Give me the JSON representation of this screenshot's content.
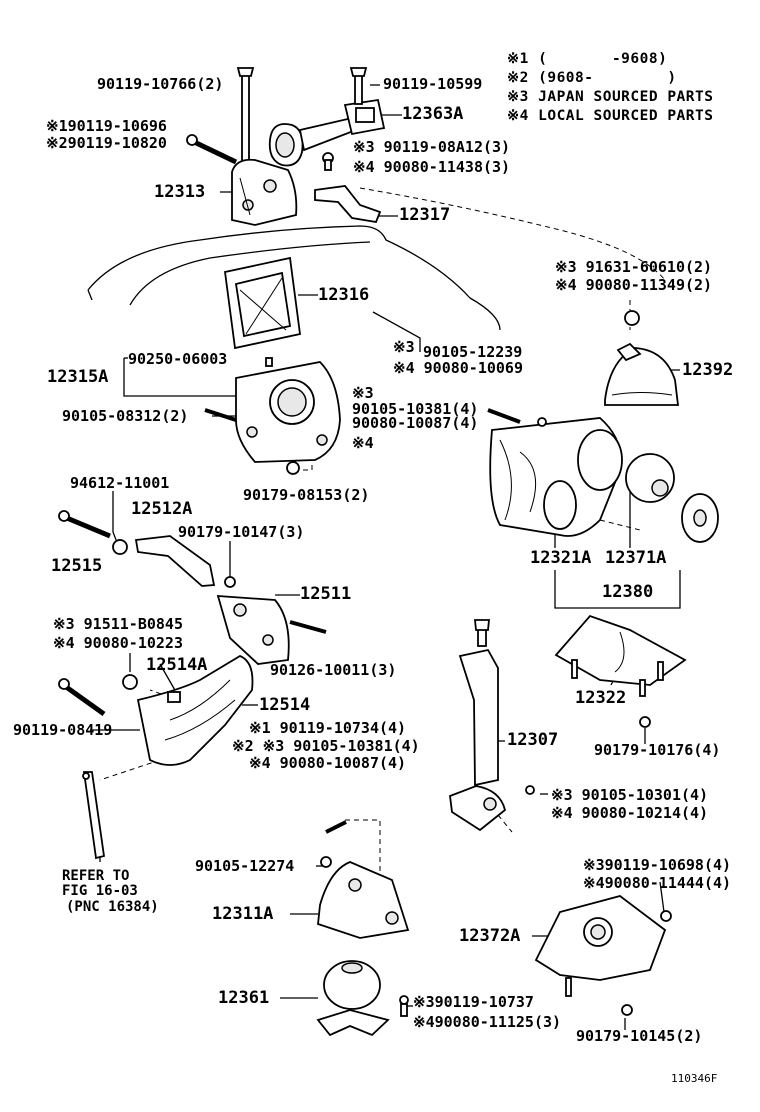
{
  "legend": [
    "※1 (       -9608)",
    "※2 (9608-        )",
    "※3 JAPAN SOURCED PARTS",
    "※4 LOCAL SOURCED PARTS"
  ],
  "labels": [
    {
      "id": "t1",
      "text": "90119-10766(2)"
    },
    {
      "id": "t2",
      "text": "90119-10599"
    },
    {
      "id": "t3",
      "text": "12363A"
    },
    {
      "id": "t4",
      "text": "※190119-10696"
    },
    {
      "id": "t5",
      "text": "※290119-10820"
    },
    {
      "id": "t6",
      "text": "※3 90119-08A12(3)"
    },
    {
      "id": "t7",
      "text": "※4 90080-11438(3)"
    },
    {
      "id": "t8",
      "text": "12313"
    },
    {
      "id": "t9",
      "text": "12317"
    },
    {
      "id": "t10",
      "text": "※3 91631-60610(2)"
    },
    {
      "id": "t11",
      "text": "※4 90080-11349(2)"
    },
    {
      "id": "t12",
      "text": "12316"
    },
    {
      "id": "t13",
      "text": "90250-06003"
    },
    {
      "id": "t14",
      "text": "12315A"
    },
    {
      "id": "t15",
      "text": "※3"
    },
    {
      "id": "t16",
      "text": "90105-12239"
    },
    {
      "id": "t17",
      "text": "※4 90080-10069"
    },
    {
      "id": "t18",
      "text": "12392"
    },
    {
      "id": "t19",
      "text": "90105-08312(2)"
    },
    {
      "id": "t20",
      "text": "※3"
    },
    {
      "id": "t21",
      "text": "90105-10381(4)"
    },
    {
      "id": "t22",
      "text": "90080-10087(4)"
    },
    {
      "id": "t23",
      "text": "※4"
    },
    {
      "id": "t24",
      "text": "90179-08153(2)"
    },
    {
      "id": "t25",
      "text": "94612-11001"
    },
    {
      "id": "t26",
      "text": "12512A"
    },
    {
      "id": "t27",
      "text": "90179-10147(3)"
    },
    {
      "id": "t28",
      "text": "12515"
    },
    {
      "id": "t29",
      "text": "12321A"
    },
    {
      "id": "t30",
      "text": "12371A"
    },
    {
      "id": "t31",
      "text": "12380"
    },
    {
      "id": "t32",
      "text": "12511"
    },
    {
      "id": "t33",
      "text": "※3 91511-B0845"
    },
    {
      "id": "t34",
      "text": "※4 90080-10223"
    },
    {
      "id": "t35",
      "text": "90126-10011(3)"
    },
    {
      "id": "t36",
      "text": "12514A"
    },
    {
      "id": "t37",
      "text": "12322"
    },
    {
      "id": "t38",
      "text": "12514"
    },
    {
      "id": "t39",
      "text": "90119-08419"
    },
    {
      "id": "t40",
      "text": "※1 90119-10734(4)"
    },
    {
      "id": "t41",
      "text": "※2 ※3 90105-10381(4)"
    },
    {
      "id": "t42",
      "text": "※4 90080-10087(4)"
    },
    {
      "id": "t43",
      "text": "12307"
    },
    {
      "id": "t44",
      "text": "90179-10176(4)"
    },
    {
      "id": "t45",
      "text": "※3 90105-10301(4)"
    },
    {
      "id": "t46",
      "text": "※4 90080-10214(4)"
    },
    {
      "id": "t47",
      "text": "REFER TO"
    },
    {
      "id": "t48",
      "text": "FIG 16-03"
    },
    {
      "id": "t49",
      "text": "(PNC 16384)"
    },
    {
      "id": "t50",
      "text": "90105-12274"
    },
    {
      "id": "t51",
      "text": "※390119-10698(4)"
    },
    {
      "id": "t52",
      "text": "※490080-11444(4)"
    },
    {
      "id": "t53",
      "text": "12311A"
    },
    {
      "id": "t54",
      "text": "12372A"
    },
    {
      "id": "t55",
      "text": "12361"
    },
    {
      "id": "t56",
      "text": "※390119-10737"
    },
    {
      "id": "t57",
      "text": "※490080-11125(3)"
    },
    {
      "id": "t58",
      "text": "90179-10145(2)"
    },
    {
      "id": "t59",
      "text": "110346F"
    }
  ]
}
